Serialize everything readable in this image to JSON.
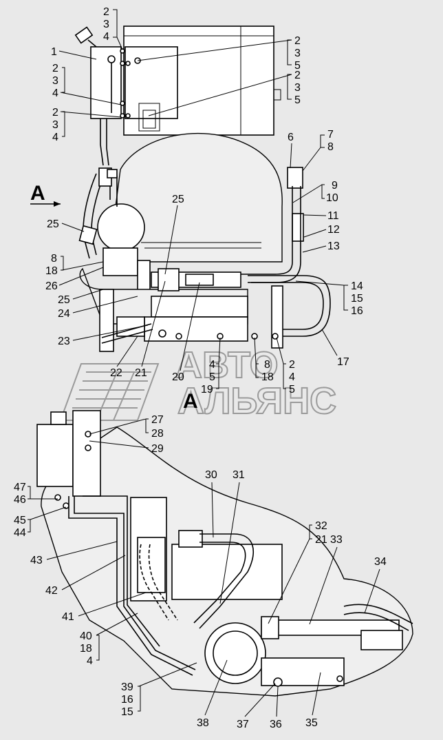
{
  "view_marker": "A",
  "watermark": {
    "top": "АВТО",
    "bottom": "АЛЬЯНС"
  },
  "upper_labels": {
    "l1": "1",
    "l2a": "2",
    "l3a": "3",
    "l4a": "4",
    "l2b": "2",
    "l3b": "3",
    "l4b": "4",
    "l2c": "2",
    "l3c": "3",
    "l4c": "4",
    "r2a": "2",
    "r3a": "3",
    "r5a": "5",
    "r2b": "2",
    "r3b": "3",
    "r5b": "5",
    "l6": "6",
    "l7": "7",
    "l8": "8",
    "l9": "9",
    "l10": "10",
    "l11": "11",
    "l12": "12",
    "l13": "13",
    "l14": "14",
    "l15": "15",
    "l16": "16",
    "l17": "17",
    "l25a": "25",
    "l25b": "25",
    "l25c": "25",
    "l8b": "8",
    "l18b": "18",
    "l26": "26",
    "l24": "24",
    "l23": "23",
    "l22": "22",
    "l21": "21",
    "l20": "20",
    "l4d": "4",
    "l5d": "5",
    "l19": "19",
    "l8e": "8",
    "l18e": "18",
    "l2f": "2",
    "l4f": "4",
    "l5f": "5"
  },
  "lower_labels": {
    "l27": "27",
    "l28": "28",
    "l29": "29",
    "l47": "47",
    "l46": "46",
    "l45": "45",
    "l44": "44",
    "l43": "43",
    "l42": "42",
    "l41": "41",
    "l40": "40",
    "l18": "18",
    "l4": "4",
    "l39": "39",
    "l16": "16",
    "l15": "15",
    "l30": "30",
    "l31": "31",
    "l32": "32",
    "l21": "21",
    "l33": "33",
    "l34": "34",
    "l38": "38",
    "l37": "37",
    "l36": "36",
    "l35": "35"
  }
}
